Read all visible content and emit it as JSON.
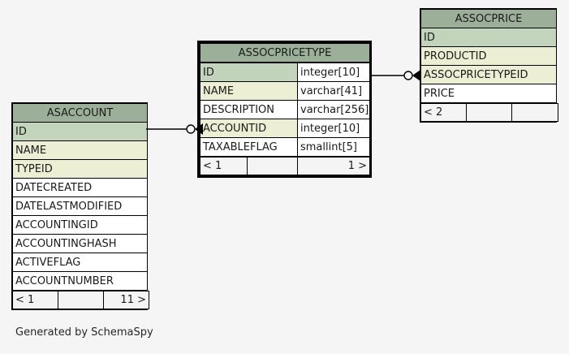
{
  "diagram": {
    "background_color": "#f5f5f5",
    "header_color": "#9cb099",
    "primary_key_color": "#c3d4bc",
    "foreign_key_color": "#ecefd4",
    "footer_note": "Generated by SchemaSpy"
  },
  "tables": {
    "asaccount": {
      "title": "ASACCOUNT",
      "columns": [
        {
          "name": "ID",
          "type": "",
          "kind": "pk"
        },
        {
          "name": "NAME",
          "type": "",
          "kind": "fk"
        },
        {
          "name": "TYPEID",
          "type": "",
          "kind": "fk"
        },
        {
          "name": "DATECREATED",
          "type": "",
          "kind": "plain"
        },
        {
          "name": "DATELASTMODIFIED",
          "type": "",
          "kind": "plain"
        },
        {
          "name": "ACCOUNTINGID",
          "type": "",
          "kind": "plain"
        },
        {
          "name": "ACCOUNTINGHASH",
          "type": "",
          "kind": "plain"
        },
        {
          "name": "ACTIVEFLAG",
          "type": "",
          "kind": "plain"
        },
        {
          "name": "ACCOUNTNUMBER",
          "type": "",
          "kind": "plain"
        }
      ],
      "footer": {
        "left": "< 1",
        "middle": "",
        "right": "11 >"
      }
    },
    "assocpricetype": {
      "title": "ASSOCPRICETYPE",
      "columns": [
        {
          "name": "ID",
          "type": "integer[10]",
          "kind": "pk"
        },
        {
          "name": "NAME",
          "type": "varchar[41]",
          "kind": "fk"
        },
        {
          "name": "DESCRIPTION",
          "type": "varchar[256]",
          "kind": "plain"
        },
        {
          "name": "ACCOUNTID",
          "type": "integer[10]",
          "kind": "fk"
        },
        {
          "name": "TAXABLEFLAG",
          "type": "smallint[5]",
          "kind": "plain"
        }
      ],
      "footer": {
        "left": "< 1",
        "middle": "",
        "right": "1 >"
      }
    },
    "assocprice": {
      "title": "ASSOCPRICE",
      "columns": [
        {
          "name": "ID",
          "type": "",
          "kind": "pk"
        },
        {
          "name": "PRODUCTID",
          "type": "",
          "kind": "fk"
        },
        {
          "name": "ASSOCPRICETYPEID",
          "type": "",
          "kind": "fk"
        },
        {
          "name": "PRICE",
          "type": "",
          "kind": "plain"
        }
      ],
      "footer": {
        "left": "< 2",
        "middle": "",
        "right": ""
      }
    }
  }
}
